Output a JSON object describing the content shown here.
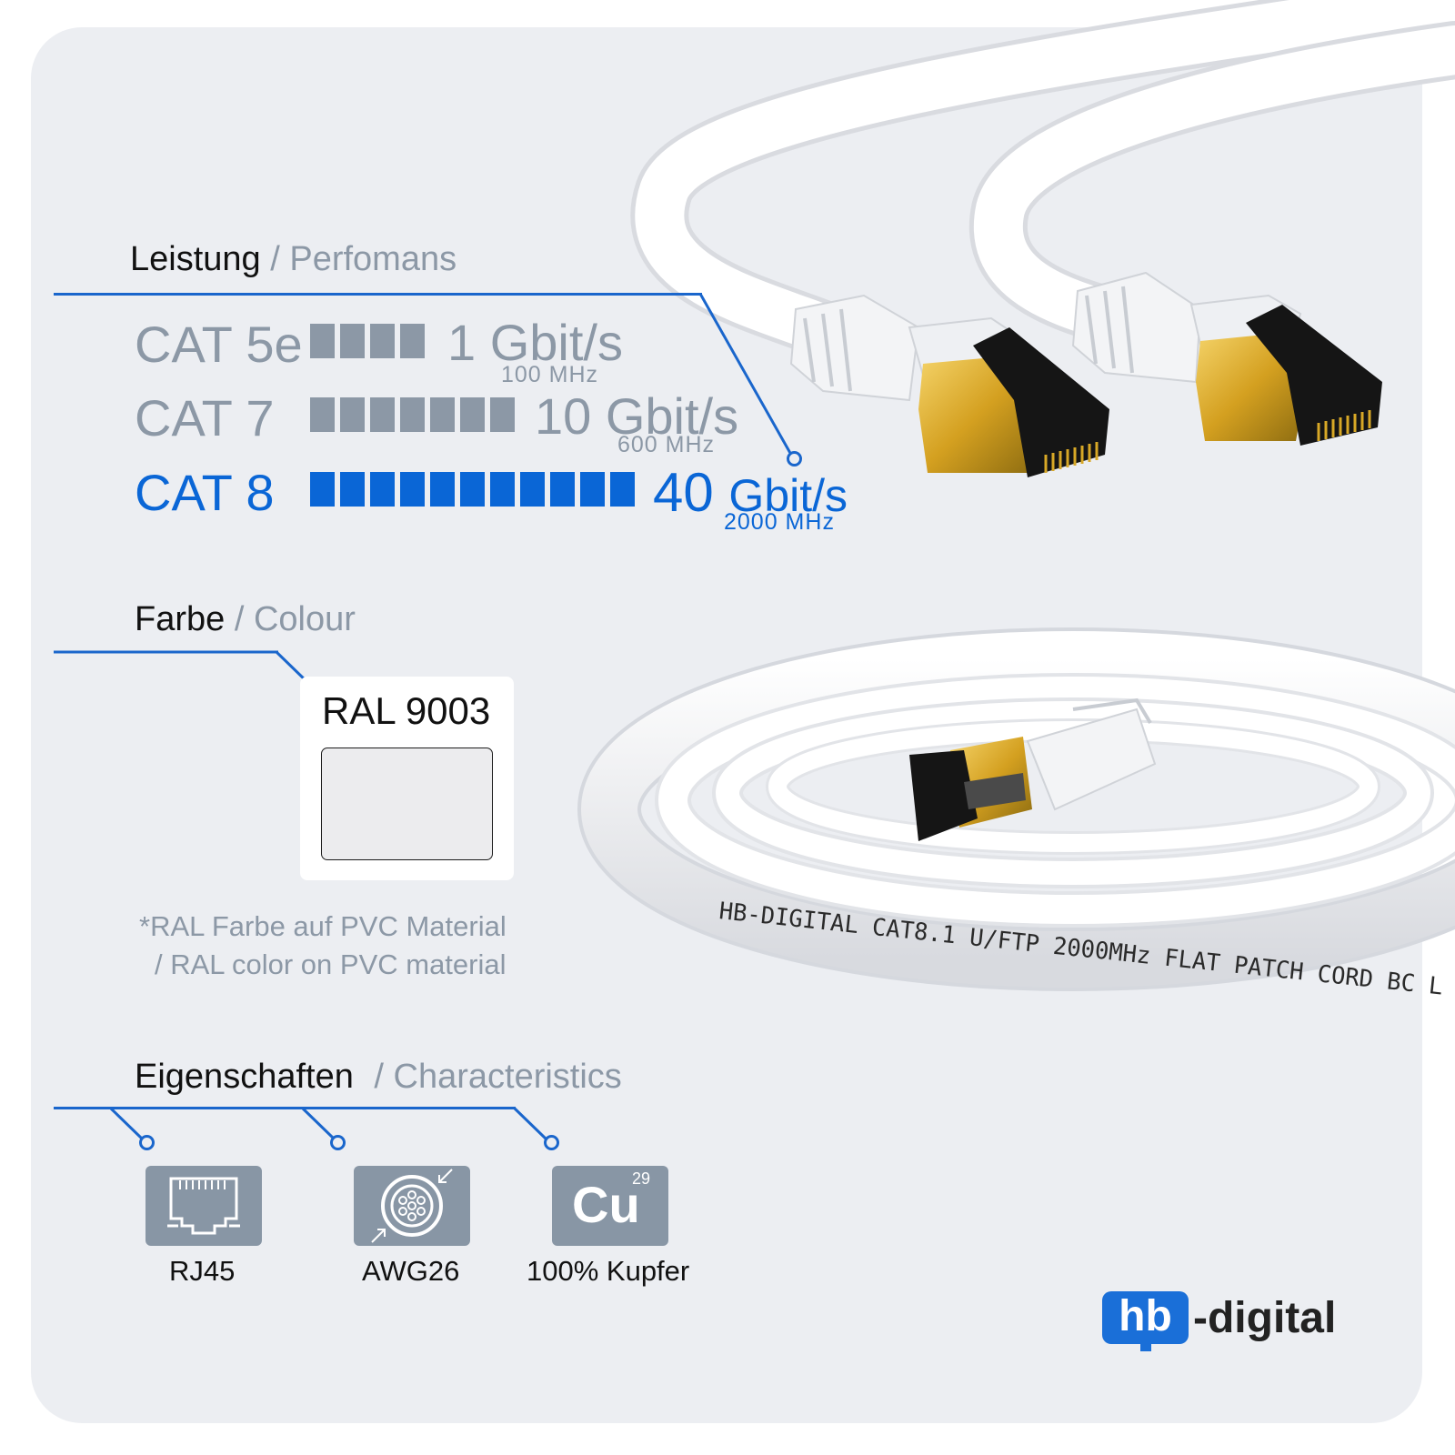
{
  "performance": {
    "heading": "Leistung",
    "subheading": "/ Perfomans",
    "rows": [
      {
        "label": "CAT 5e",
        "segments": 4,
        "speed": "1 Gbit/s",
        "freq": "100 MHz",
        "active": false
      },
      {
        "label": "CAT 7",
        "segments": 7,
        "speed": "10 Gbit/s",
        "freq": "600 MHz",
        "active": false
      },
      {
        "label": "CAT 8",
        "segments": 11,
        "speed": "40 Gbit/s",
        "freq": "2000 MHz",
        "active": true
      }
    ]
  },
  "colour": {
    "heading": "Farbe",
    "subheading": "/ Colour",
    "swatch_label": "RAL 9003",
    "swatch_color": "#ececee",
    "note_line1": "*RAL Farbe auf PVC Material",
    "note_line2": "/ RAL color on PVC material"
  },
  "characteristics": {
    "heading": "Eigenschaften",
    "subheading": "/ Characteristics",
    "items": [
      {
        "label": "RJ45",
        "icon": "rj45-port-icon"
      },
      {
        "label": "AWG26",
        "icon": "cable-cross-section-icon"
      },
      {
        "label": "100% Kupfer",
        "icon": "copper-element-icon",
        "symbol": "Cu",
        "number": "29"
      }
    ]
  },
  "cable_print": "HB-DIGITAL CAT8.1 U/FTP 2000MHz FLAT PATCH CORD BC L",
  "logo": {
    "hb": "hb",
    "rest": "-digital"
  },
  "colors": {
    "accent": "#0a66d6",
    "muted": "#8c98a6",
    "background": "#eceef2",
    "gold": "#c99a1e"
  }
}
